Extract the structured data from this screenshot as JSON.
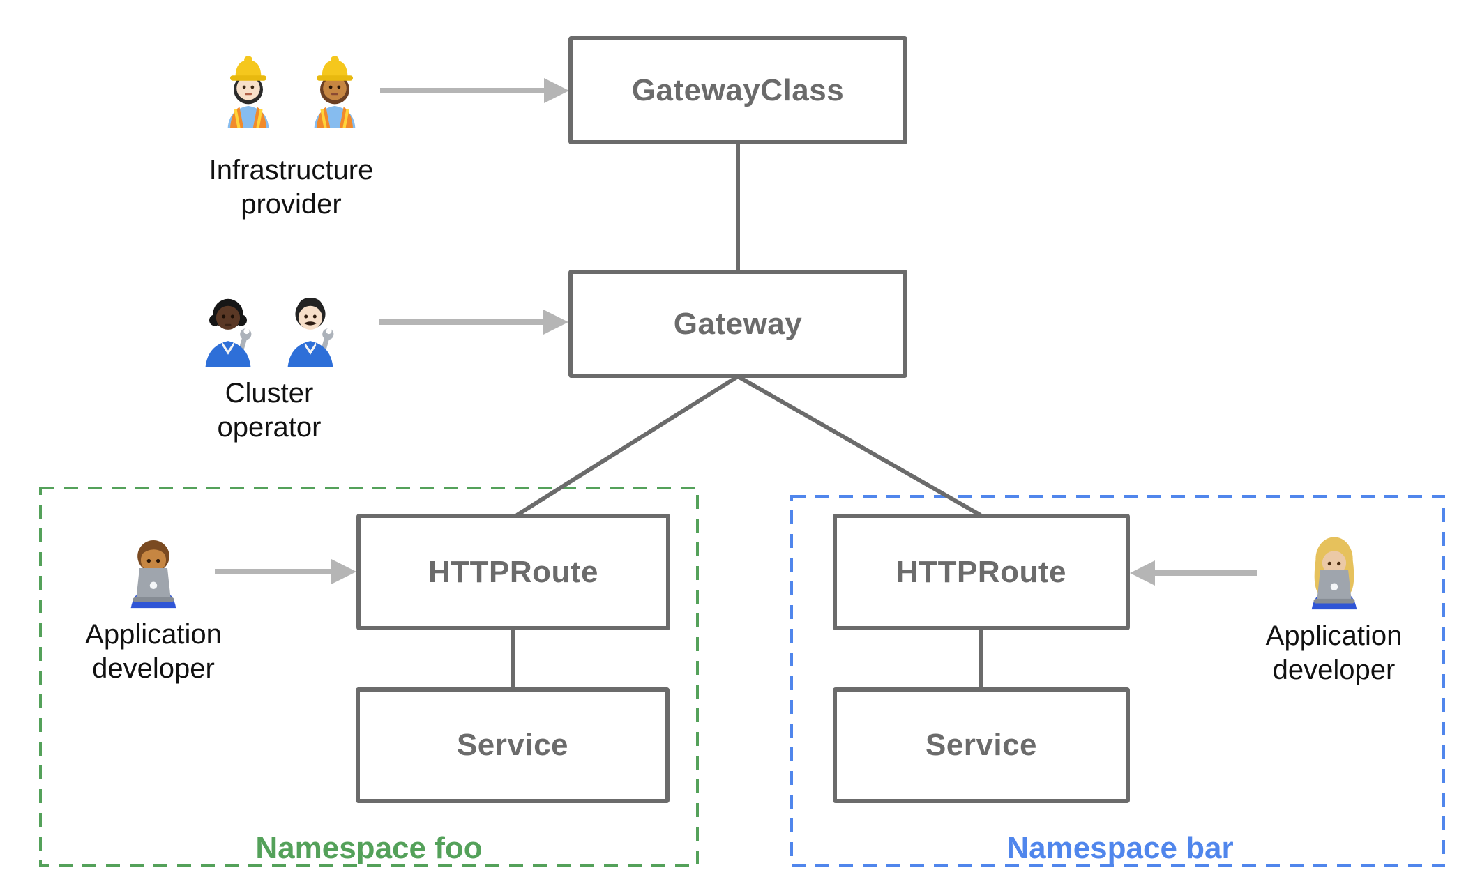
{
  "colors": {
    "box_border": "#6b6b6b",
    "box_text": "#6b6b6b",
    "arrow": "#b5b5b5",
    "persona_text": "#111111",
    "namespace_foo": "#54a15a",
    "namespace_bar": "#5086ec",
    "background": "#ffffff"
  },
  "nodes": {
    "gateway_class": {
      "label": "GatewayClass"
    },
    "gateway": {
      "label": "Gateway"
    },
    "httproute_foo": {
      "label": "HTTPRoute"
    },
    "service_foo": {
      "label": "Service"
    },
    "httproute_bar": {
      "label": "HTTPRoute"
    },
    "service_bar": {
      "label": "Service"
    }
  },
  "personas": {
    "infrastructure_provider": {
      "line1": "Infrastructure",
      "line2": "provider",
      "icons": [
        "woman-construction-worker-light-icon",
        "woman-construction-worker-medium-icon"
      ]
    },
    "cluster_operator": {
      "line1": "Cluster",
      "line2": "operator",
      "icons": [
        "person-mechanic-dark-icon",
        "man-mechanic-light-icon"
      ]
    },
    "application_developer_foo": {
      "line1": "Application",
      "line2": "developer",
      "icons": [
        "man-technologist-icon"
      ]
    },
    "application_developer_bar": {
      "line1": "Application",
      "line2": "developer",
      "icons": [
        "woman-technologist-icon"
      ]
    }
  },
  "namespaces": {
    "foo": {
      "label": "Namespace foo"
    },
    "bar": {
      "label": "Namespace bar"
    }
  }
}
